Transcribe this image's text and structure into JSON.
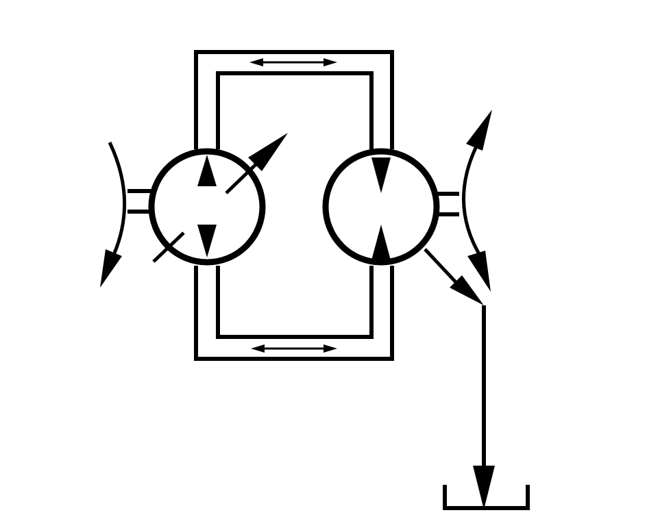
{
  "diagram": {
    "kind": "hydrostatic transmission schematic",
    "components": [
      {
        "name": "variable-displacement-pump-symbol",
        "role": "bidirectional variable pump"
      },
      {
        "name": "fixed-displacement-motor-symbol",
        "role": "bidirectional motor"
      },
      {
        "name": "upper-working-line",
        "flow": "bidirectional"
      },
      {
        "name": "lower-working-line",
        "flow": "bidirectional"
      },
      {
        "name": "case-drain-line",
        "flow": "to tank"
      },
      {
        "name": "reservoir-tank-symbol",
        "role": "tank"
      }
    ],
    "colors": {
      "stroke": "#000000",
      "background": "#ffffff"
    }
  }
}
